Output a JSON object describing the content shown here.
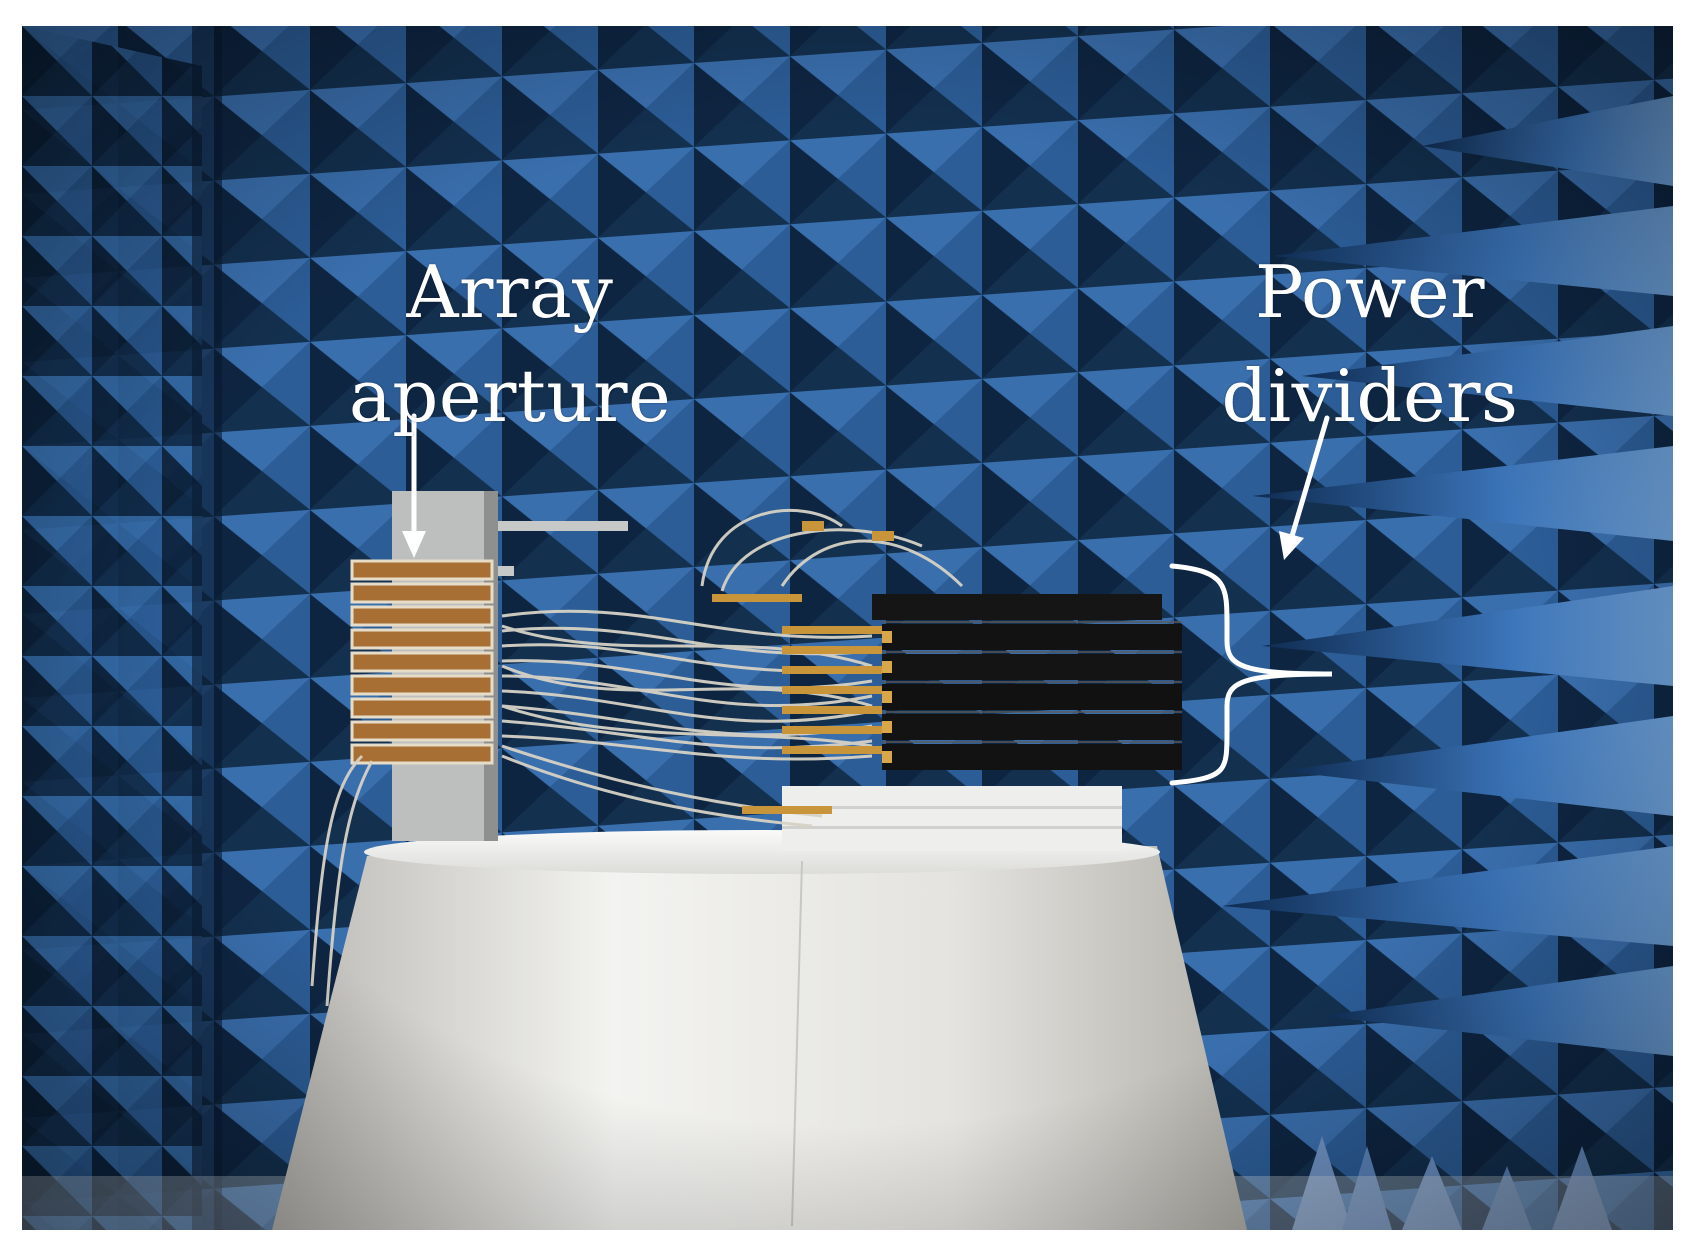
{
  "annotations": {
    "array_aperture": {
      "line1": "Array",
      "line2": "aperture"
    },
    "power_dividers": {
      "line1": "Power",
      "line2": "dividers"
    }
  },
  "colors": {
    "absorber_light": "#3f77b8",
    "absorber_mid": "#23508a",
    "absorber_dark": "#0c2038",
    "foam": "#e9ebe9",
    "gold": "#c9953a",
    "divider_black": "#121212",
    "annotation": "#ffffff"
  }
}
